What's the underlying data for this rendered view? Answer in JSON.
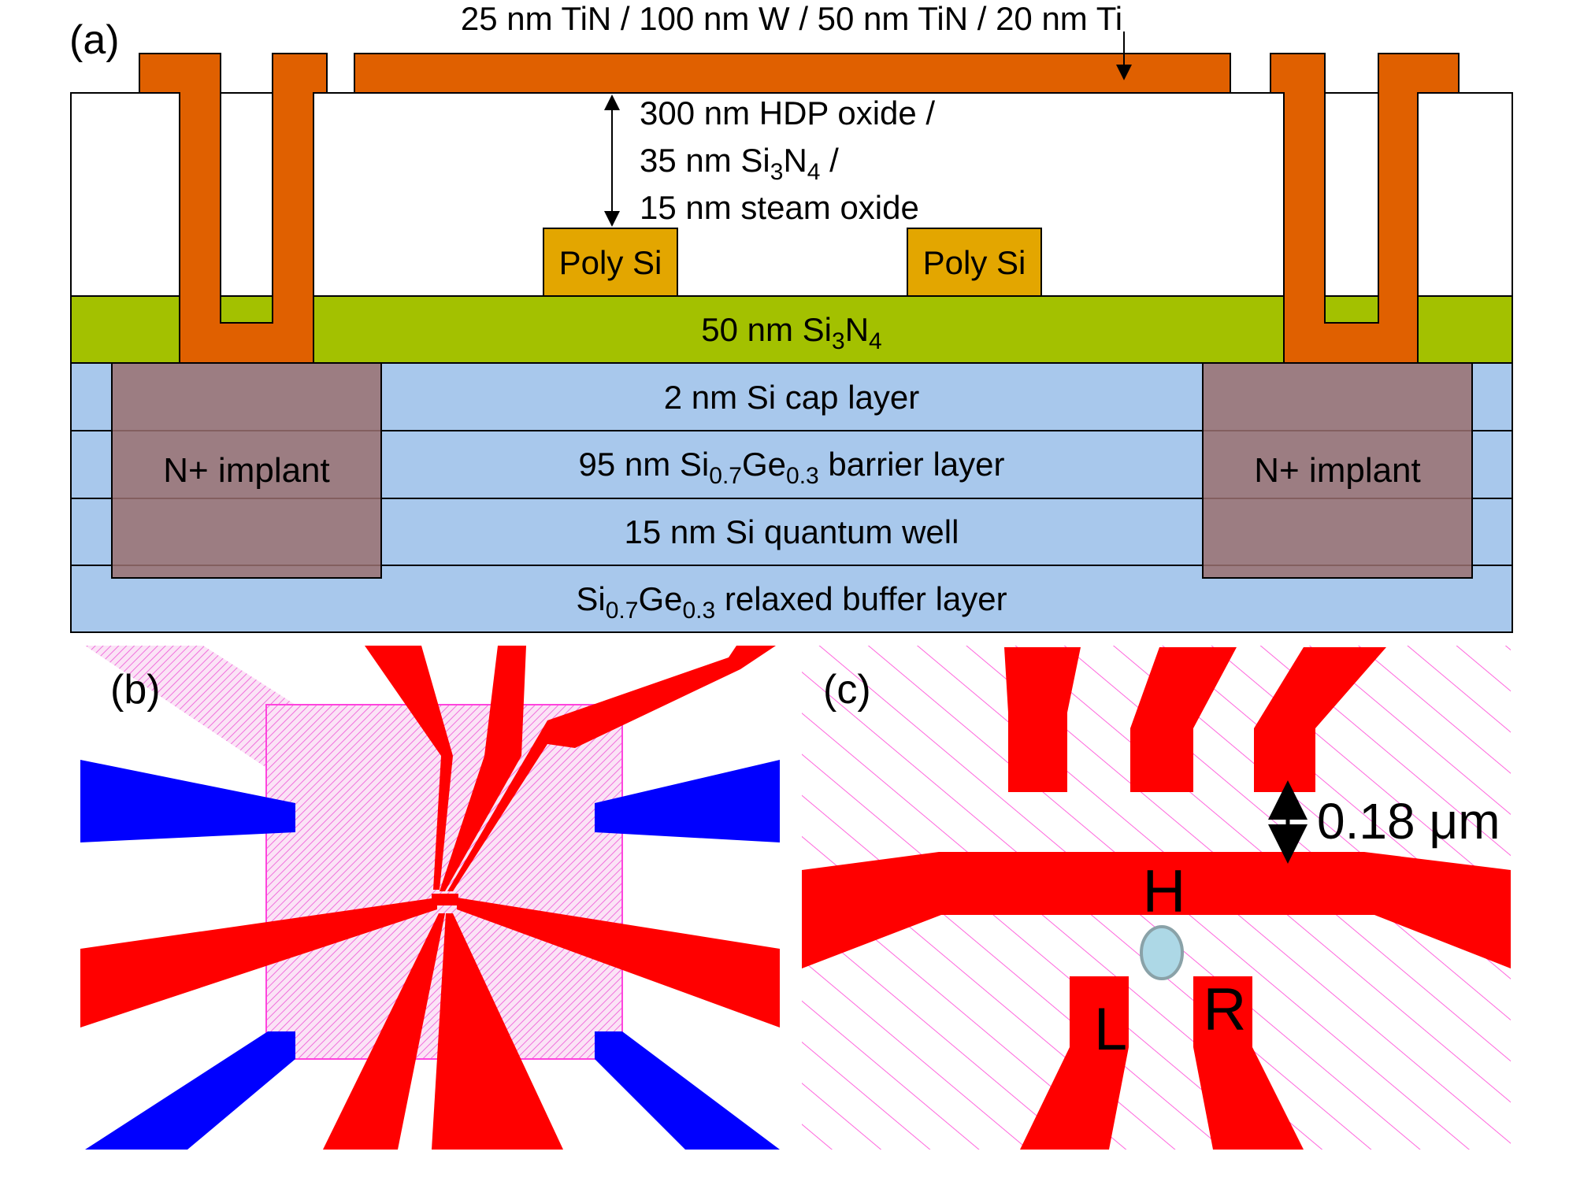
{
  "panel_a": {
    "panel_label": "(a)",
    "metal_stack_label": "25 nm TiN / 100 nm W / 50 nm TiN / 20 nm Ti",
    "oxide_label": {
      "line1": "300 nm HDP oxide /",
      "line2_pre": "35 nm Si",
      "line2_sub1": "3",
      "line2_mid": "N",
      "line2_sub2": "4",
      "line2_post": " /",
      "line3": "15 nm steam oxide"
    },
    "poly_gates": [
      "Poly Si",
      "Poly Si"
    ],
    "nitride_layer": {
      "pre": "50 nm Si",
      "sub1": "3",
      "mid": "N",
      "sub2": "4"
    },
    "cap_layer": "2 nm Si cap layer",
    "barrier_layer": {
      "pre": "95 nm Si",
      "sub1": "0.7",
      "mid": "Ge",
      "sub2": "0.3",
      "post": " barrier layer"
    },
    "quantum_well": "15 nm Si quantum well",
    "buffer_layer": {
      "pre": "Si",
      "sub1": "0.7",
      "mid": "Ge",
      "sub2": "0.3",
      "post": " relaxed buffer layer"
    },
    "implants": [
      "N+ implant",
      "N+ implant"
    ]
  },
  "panel_b": {
    "panel_label": "(b)"
  },
  "panel_c": {
    "panel_label": "(c)",
    "spacing_label": "0.18 μm",
    "gate_labels": {
      "top": "H",
      "left": "L",
      "right": "R"
    }
  },
  "colors": {
    "metal": "#e06000",
    "poly": "#e3a600",
    "nitride": "#a3c100",
    "heterostructure": "#a8c8ec",
    "implant": "#a08080",
    "gate_red": "#ff0000",
    "gate_blue": "#0000ff",
    "mesa_pink": "#ff66dd",
    "dot": "#add8e6"
  }
}
